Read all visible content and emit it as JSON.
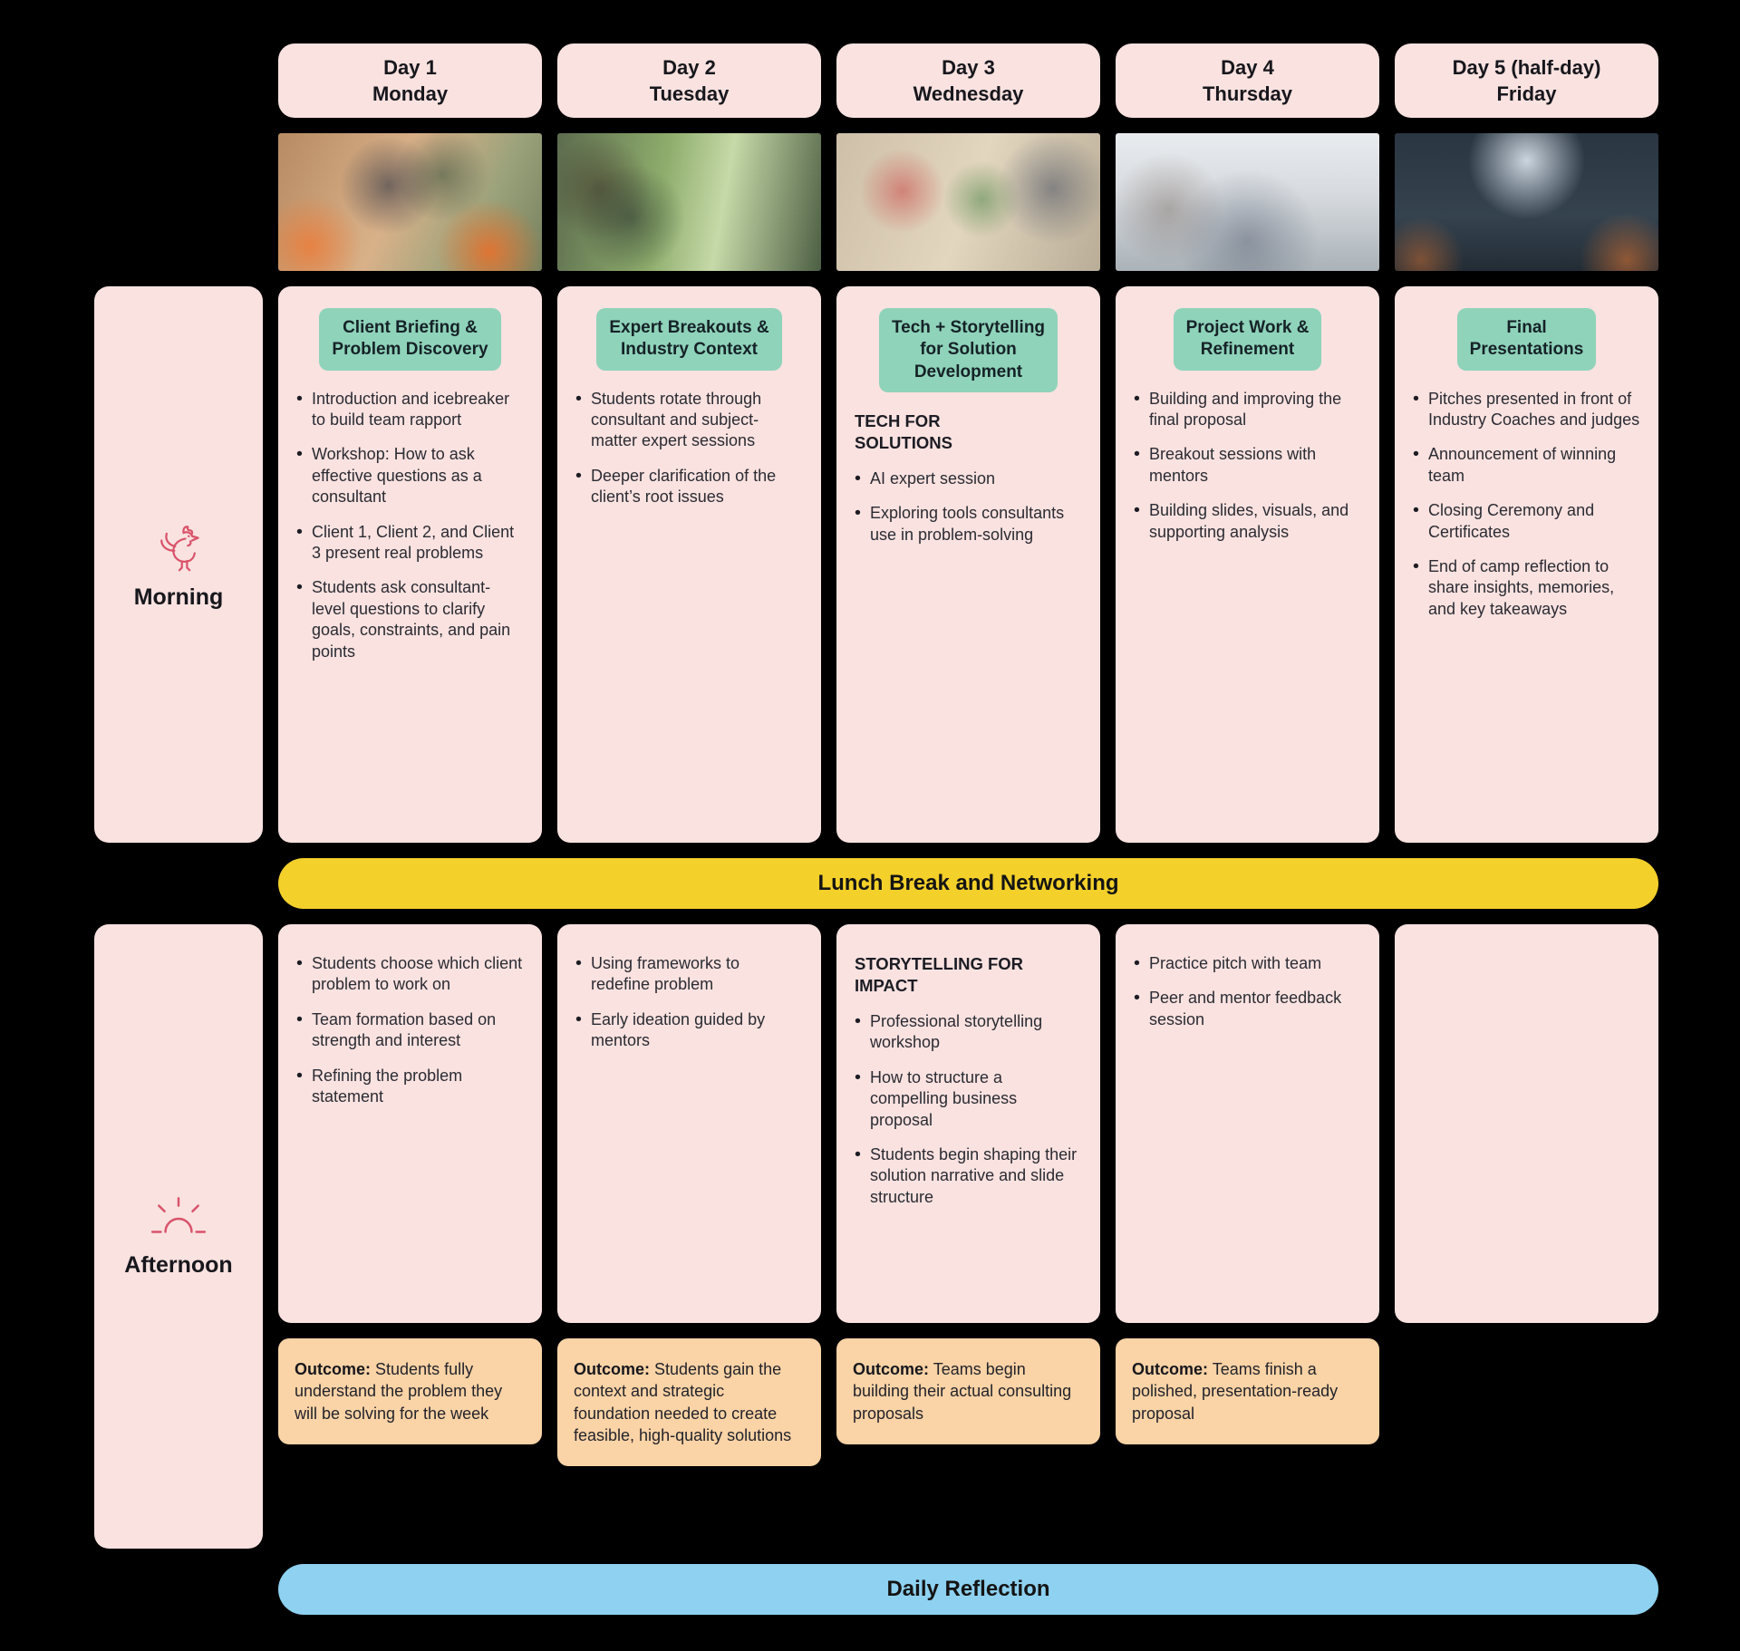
{
  "colors": {
    "bg": "#000000",
    "pink": "#f9e2e0",
    "teal": "#8fd3ba",
    "yellow": "#f3d02a",
    "blue": "#8ed1f0",
    "peach": "#fad3a6",
    "accent": "#d9536a",
    "ink": "#2b2b33"
  },
  "row_labels": {
    "morning": "Morning",
    "afternoon": "Afternoon"
  },
  "banners": {
    "lunch": "Lunch Break and Networking",
    "reflection": "Daily Reflection"
  },
  "days": [
    {
      "label": "Day 1",
      "weekday": "Monday",
      "photo": "students-icebreaker-classroom-photo",
      "morning": {
        "heading": "Client Briefing &\nProblem Discovery",
        "bullets": [
          "Introduction and icebreaker to build team rapport",
          "Workshop: How to ask effective questions as a consultant",
          "Client 1, Client 2, and Client 3 present real problems",
          "Students ask consultant-level questions to clarify goals, constraints, and pain points"
        ]
      },
      "afternoon": {
        "bullets": [
          "Students choose which client problem to work on",
          "Team formation based on strength and interest",
          "Refining the problem statement"
        ]
      },
      "outcome_label": "Outcome:",
      "outcome_text": "Students fully understand the problem they will be solving for the week"
    },
    {
      "label": "Day 2",
      "weekday": "Tuesday",
      "photo": "mentor-discussion-window-photo",
      "morning": {
        "heading": "Expert Breakouts &\nIndustry Context",
        "bullets": [
          "Students rotate through consultant and subject-matter expert sessions",
          "Deeper clarification of the client’s root issues"
        ]
      },
      "afternoon": {
        "bullets": [
          "Using frameworks to redefine problem",
          "Early ideation guided by mentors"
        ]
      },
      "outcome_label": "Outcome:",
      "outcome_text": "Students gain the context and strategic foundation needed to create feasible, high-quality solutions"
    },
    {
      "label": "Day 3",
      "weekday": "Wednesday",
      "photo": "students-table-collaboration-photo",
      "morning": {
        "heading": "Tech + Storytelling\nfor Solution\nDevelopment",
        "subhead": "TECH FOR\nSOLUTIONS",
        "bullets": [
          "AI expert session",
          "Exploring tools consultants use in problem-solving"
        ]
      },
      "afternoon": {
        "subhead": "STORYTELLING FOR\nIMPACT",
        "bullets": [
          "Professional storytelling workshop",
          "How to structure a compelling business proposal",
          "Students begin shaping their solution narrative and slide structure"
        ]
      },
      "outcome_label": "Outcome:",
      "outcome_text": "Teams begin building their actual consulting proposals"
    },
    {
      "label": "Day 4",
      "weekday": "Thursday",
      "photo": "classroom-project-work-photo",
      "morning": {
        "heading": "Project Work &\nRefinement",
        "bullets": [
          "Building and improving the final proposal",
          "Breakout sessions with mentors",
          "Building slides, visuals, and supporting analysis"
        ]
      },
      "afternoon": {
        "bullets": [
          "Practice pitch with team",
          "Peer and mentor feedback session"
        ]
      },
      "outcome_label": "Outcome:",
      "outcome_text": "Teams finish a polished, presentation-ready proposal"
    },
    {
      "label": "Day 5 (half-day)",
      "weekday": "Friday",
      "photo": "group-photo-auditorium",
      "morning": {
        "heading": "Final\nPresentations",
        "bullets": [
          "Pitches presented in front of Industry Coaches and judges",
          "Announcement of winning team",
          "Closing Ceremony and Certificates",
          "End of camp reflection to share insights, memories, and key takeaways"
        ]
      },
      "afternoon": {
        "bullets": []
      }
    }
  ]
}
